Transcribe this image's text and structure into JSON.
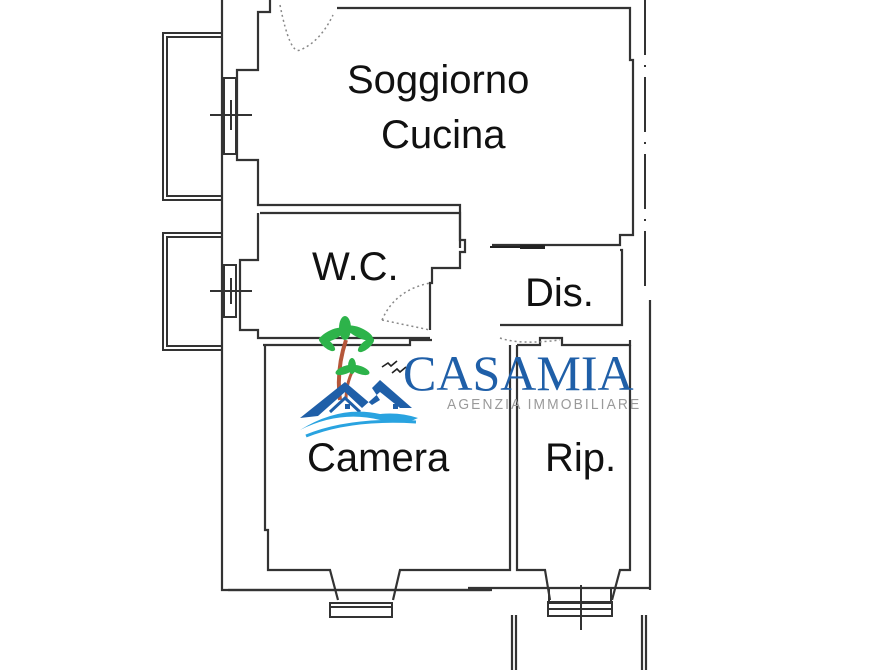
{
  "floorplan": {
    "rooms": [
      {
        "id": "soggiorno",
        "label": "Soggiorno"
      },
      {
        "id": "cucina",
        "label": "Cucina"
      },
      {
        "id": "wc",
        "label": "W.C."
      },
      {
        "id": "dis",
        "label": "Dis."
      },
      {
        "id": "camera",
        "label": "Camera"
      },
      {
        "id": "rip",
        "label": "Rip."
      }
    ]
  },
  "watermark": {
    "brand": "CASAMIA",
    "tagline": "AGENZIA IMMOBILIARE",
    "colors": {
      "brand_blue": "#1f5fa8",
      "tagline_gray": "#9a9a9a",
      "palm_green": "#2db34a",
      "trunk_brown": "#b5573a",
      "wave_light_blue": "#29a3e0"
    }
  },
  "colors": {
    "wall": "#3a3a3a",
    "background": "#ffffff"
  }
}
